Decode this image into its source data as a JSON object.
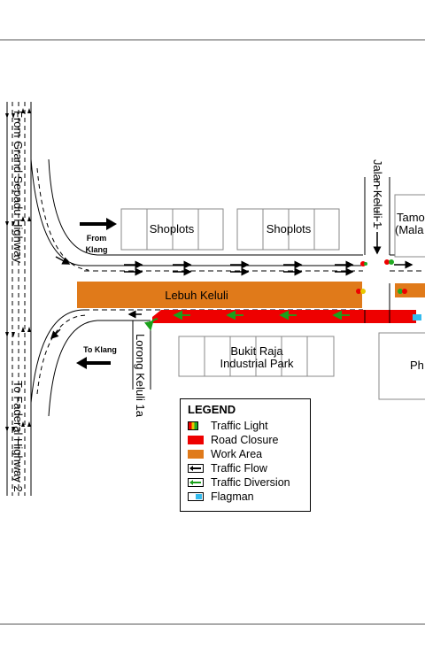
{
  "map": {
    "road_labels": {
      "lebuh_keluli": "Lebuh Keluli",
      "jalan_keluli_1": "Jalan Keluli 1",
      "lorong_keluli_1a": "Lorong Keluli 1a",
      "from_grand_sepadu": "From Grand Sepadu Highway",
      "to_faderal": "To Faderal Highway 2"
    },
    "direction_labels": {
      "from_klang_line1": "From",
      "from_klang_line2": "Klang",
      "to_klang": "To Klang"
    },
    "buildings": {
      "shoplots_1": "Shoplots",
      "shoplots_2": "Shoplots",
      "bukit_raja_line1": "Bukit Raja",
      "bukit_raja_line2": "Industrial Park",
      "taman_line1": "Tamo",
      "taman_line2": "(Mala",
      "ph": "Ph"
    },
    "colors": {
      "road_closure": "#ee0000",
      "work_area": "#e07a1a",
      "traffic_diversion": "#1aa01a",
      "flagman": "#33bbee"
    }
  },
  "legend": {
    "title": "LEGEND",
    "items": [
      {
        "label": "Traffic Light",
        "icon": "traffic-light-icon"
      },
      {
        "label": "Road Closure",
        "icon": "road-closure-swatch"
      },
      {
        "label": "Work Area",
        "icon": "work-area-swatch"
      },
      {
        "label": "Traffic Flow",
        "icon": "traffic-flow-arrow-icon"
      },
      {
        "label": "Traffic Diversion",
        "icon": "traffic-diversion-arrow-icon"
      },
      {
        "label": "Flagman",
        "icon": "flagman-icon"
      }
    ]
  }
}
